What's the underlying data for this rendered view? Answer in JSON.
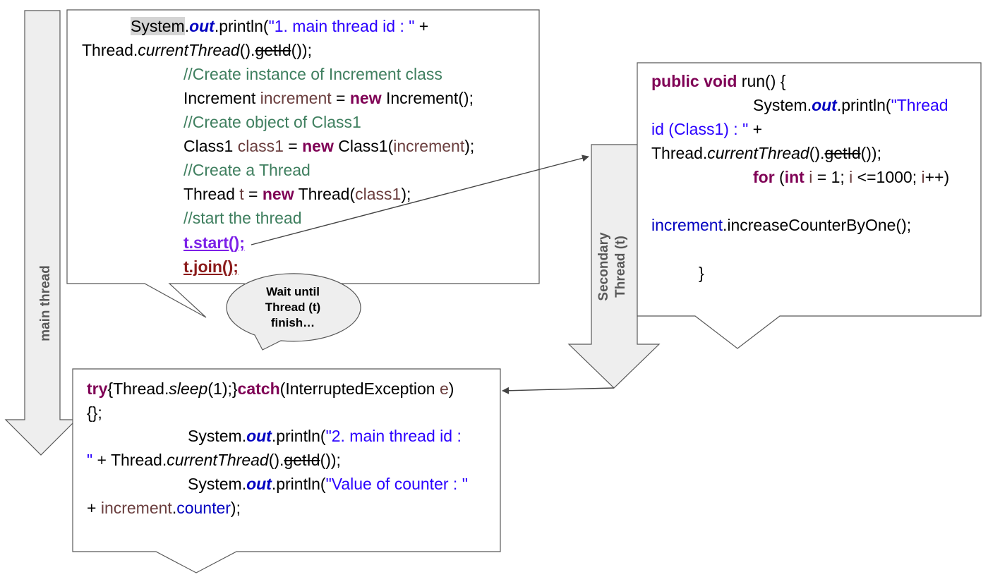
{
  "code_keywords": {
    "system": "System",
    "out": "out",
    "println": "println",
    "thread": "Thread",
    "current_thread": "currentThread",
    "get_id": "getId",
    "new": "new",
    "increment_class": "Increment",
    "increment_var": "increment",
    "class1_type": "Class1",
    "class1_var": "class1",
    "t_var": "t",
    "public": "public",
    "void": "void",
    "for": "for",
    "int": "int",
    "i_var": "i",
    "try": "try",
    "catch": "catch",
    "sleep": "sleep",
    "interrupted_exception": "InterruptedException",
    "e_var": "e",
    "increase_method": "increaseCounterByOne",
    "counter_field": "counter"
  },
  "main_block": {
    "str_main_id": "\"1. main thread id : \"",
    "comment_instance": "//Create instance of Increment class",
    "comment_object": "//Create object of Class1",
    "comment_thread": "//Create a Thread",
    "comment_start": "//start the thread",
    "start_call": "t.start();",
    "join_call": "t.join();"
  },
  "run_block": {
    "method_name": "run",
    "str_part1": "\"Thread",
    "str_part2": "id (Class1) : \"",
    "loop_start": "1",
    "loop_cond": "<=1000"
  },
  "bottom_block": {
    "sleep_arg": "1",
    "str_main_id_part1": "\"2. main thread id :",
    "str_main_id_part2": "\"",
    "str_counter": "\"Value of counter : \""
  },
  "callout": {
    "line1": "Wait until",
    "line2": "Thread (t)",
    "line3": "finish…"
  },
  "arrows": {
    "main_thread_label": "main thread",
    "secondary_line1": "Secondary",
    "secondary_line2": "Thread (t)"
  },
  "colors": {
    "keyword": "#7f0055",
    "string": "#2a00ff",
    "field": "#0000c0",
    "variable": "#6a3e3e",
    "comment": "#3f7f5f",
    "start_call": "#7b1fe8",
    "join_call": "#8b1a1a",
    "arrow_fill": "#eeeeee",
    "arrow_stroke": "#595959"
  }
}
